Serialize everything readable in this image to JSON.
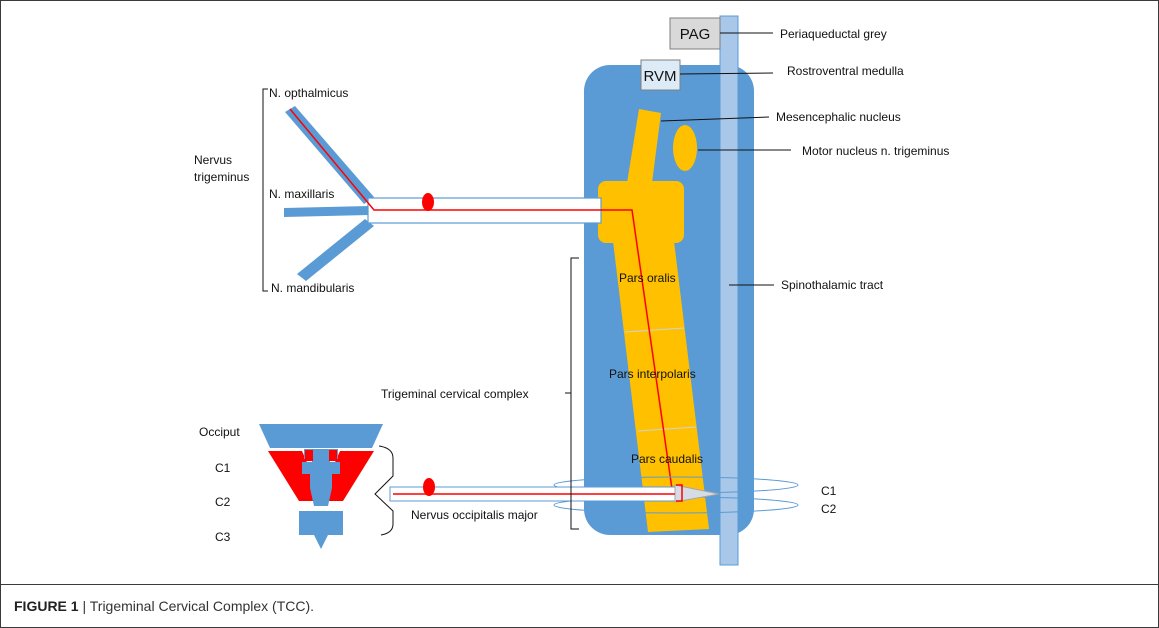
{
  "colors": {
    "body_blue": "#5b9bd5",
    "light_blue": "#a9c7e8",
    "nucleus_yellow": "#ffc000",
    "pathway_red": "#ff0000",
    "pag_grey": "#d9d9d9",
    "rvm_fill": "#ddebf7"
  },
  "boxes": {
    "pag": "PAG",
    "rvm": "RVM"
  },
  "labels": {
    "periaqueductal_grey": "Periaqueductal grey",
    "rostroventral_medulla": "Rostroventral medulla",
    "mesencephalic_nucleus": "Mesencephalic nucleus",
    "motor_nucleus": "Motor nucleus n. trigeminus",
    "spinothalamic_tract": "Spinothalamic tract",
    "n_opthalmicus": "N. opthalmicus",
    "nervus_trigeminus_line1": "Nervus",
    "nervus_trigeminus_line2": "trigeminus",
    "n_maxillaris": "N. maxillaris",
    "n_mandibularis": "N. mandibularis",
    "pars_oralis": "Pars oralis",
    "pars_interpolaris": "Pars interpolaris",
    "pars_caudalis": "Pars caudalis",
    "trigeminal_cervical_complex": "Trigeminal cervical complex",
    "occiput": "Occiput",
    "c1_spine": "C1",
    "c2_spine": "C2",
    "c3_spine": "C3",
    "nervus_occipitalis_major": "Nervus occipitalis major",
    "c1_ring": "C1",
    "c2_ring": "C2"
  },
  "caption": {
    "figure_number": "FIGURE 1",
    "separator": "|",
    "text": "Trigeminal Cervical Complex (TCC)."
  }
}
